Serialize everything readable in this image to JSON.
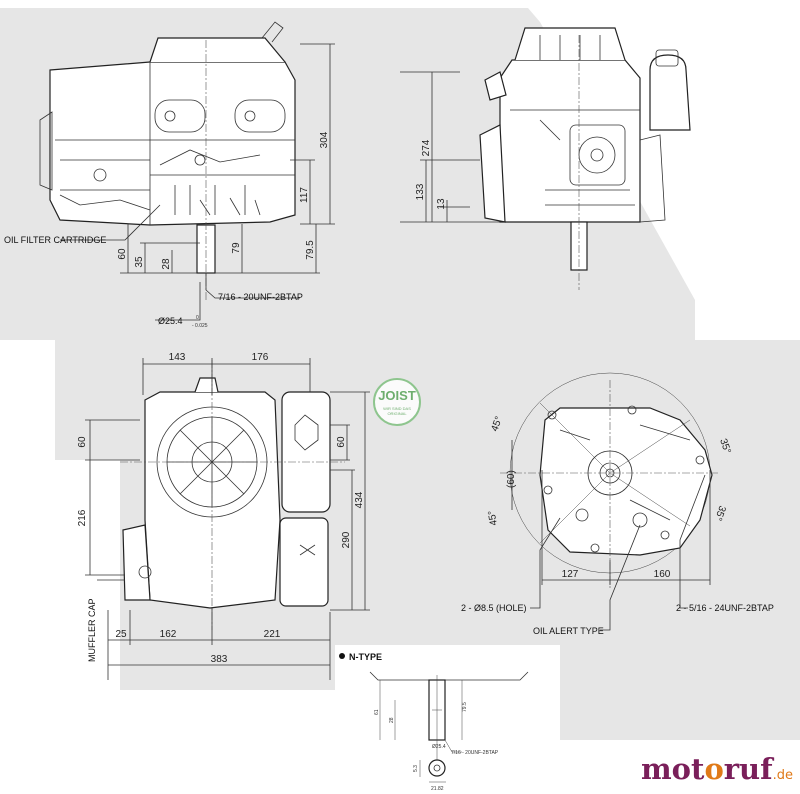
{
  "labels": {
    "oil_filter_cartridge": "OIL FILTER CARTRIDGE",
    "shaft_thread": "7/16 - 20UNF-2BTAP",
    "shaft_dia_main": "Ø25.4",
    "shaft_tol_upper": "0",
    "shaft_tol_lower": "- 0.025",
    "muffler_cap": "MUFFLER CAP",
    "holes": "2 - Ø8.5 (HOLE)",
    "bolt_tap": "2 - 5/16 - 24UNF-2BTAP",
    "oil_alert": "OIL ALERT TYPE",
    "n_type": "N-TYPE",
    "n_thread": "7/16 - 20UNF-2BTAP",
    "n_dia": "Ø25.4"
  },
  "dims": {
    "front_304": "304",
    "front_117": "117",
    "front_79_5": "79.5",
    "front_79": "79",
    "front_60": "60",
    "front_35": "35",
    "front_28": "28",
    "side_274": "274",
    "side_133": "133",
    "side_13": "13",
    "top_143": "143",
    "top_176": "176",
    "top_60_left": "60",
    "top_216": "216",
    "top_60_right": "60",
    "top_434": "434",
    "top_290": "290",
    "top_25": "25",
    "top_162": "162",
    "top_221": "221",
    "top_383": "383",
    "bot_45_a": "45°",
    "bot_45_b": "45°",
    "bot_35_a": "35°",
    "bot_35_b": "35°",
    "bot_60": "(60)",
    "bot_127": "127",
    "bot_160": "160",
    "n_61": "61",
    "n_28": "28",
    "n_79_5": "79.5",
    "n_21_82": "21.82",
    "n_5_3": "5.3"
  },
  "watermark": {
    "name": "JOIST",
    "line1": "WIR SIND DAS",
    "line2": "ORIGINAL"
  },
  "brand": {
    "part1": "mot",
    "part2": "o",
    "part3": "ruf",
    "tld": ".de"
  },
  "colors": {
    "panel": "#e6e6e6",
    "ink": "#222222",
    "brand_purple": "#7a1f5a",
    "brand_orange": "#e07a18",
    "watermark_green": "#5aa55a"
  }
}
